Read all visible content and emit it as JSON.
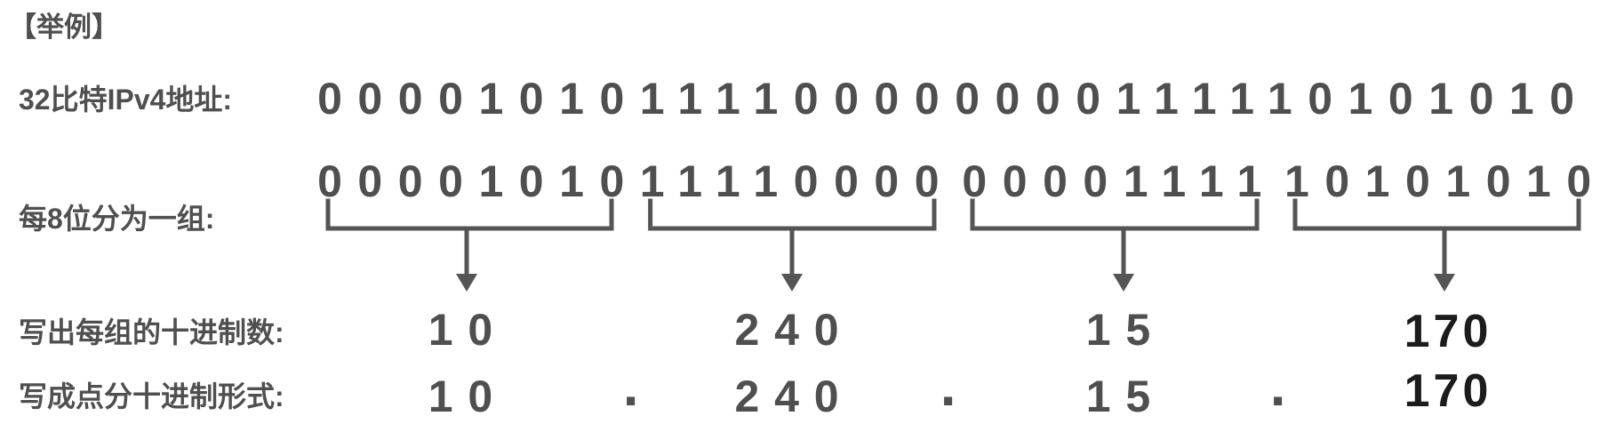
{
  "example_tag": "【举例】",
  "bits_row": {
    "label": "32比特IPv4地址:",
    "bits": "00001010111100000000111110101010"
  },
  "group_row": {
    "label": "每8位分为一组:",
    "groups": [
      "00001010",
      "11110000",
      "00001111",
      "10101010"
    ]
  },
  "decimal_row": {
    "label": "写出每组的十进制数:",
    "values": [
      "10",
      "240",
      "15",
      "170"
    ]
  },
  "dotted_row": {
    "label": "写成点分十进制形式:",
    "values": [
      "10",
      "240",
      "15",
      "170"
    ],
    "separator": "."
  },
  "colors": {
    "text": "#4f4f4f",
    "emphasis": "#1c1c1c",
    "connector": "#555555"
  }
}
